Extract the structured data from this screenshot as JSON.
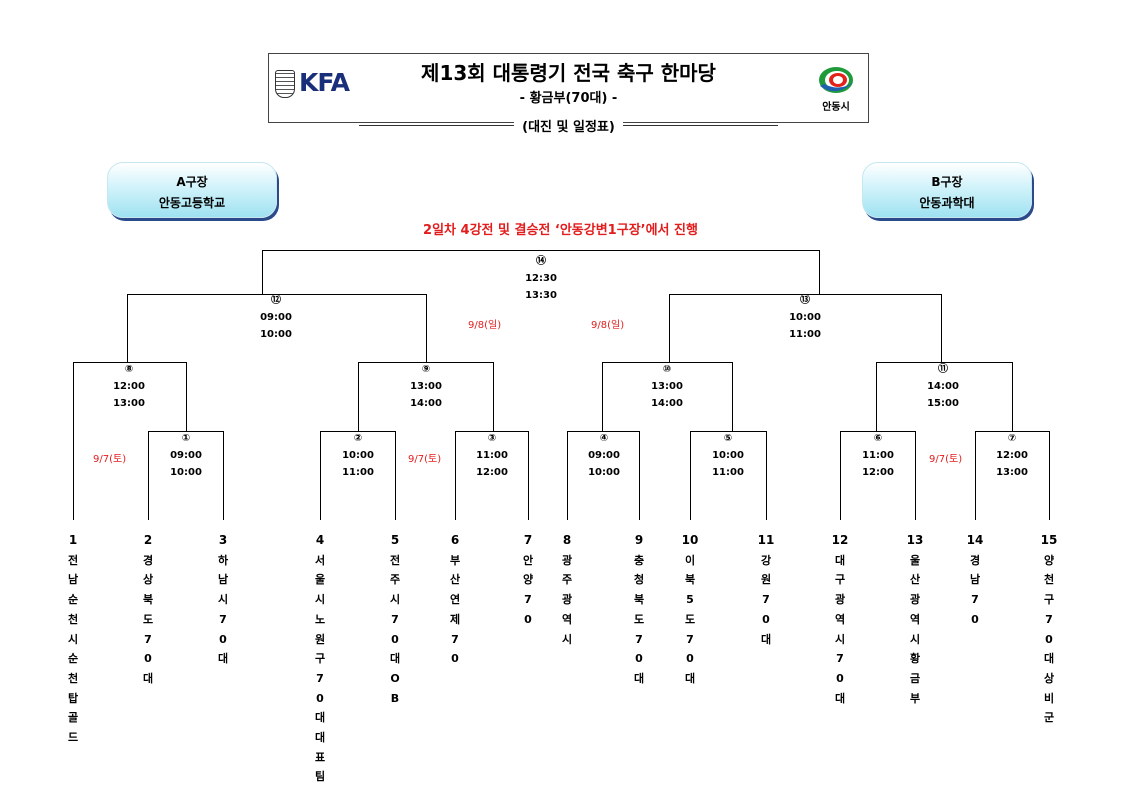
{
  "header": {
    "kfa_logo_text": "KFA",
    "title": "제13회 대통령기 전국 축구 한마당",
    "subtitle": "- 황금부(70대) -",
    "schedule_label": "(대진 및 일정표)",
    "city_logo_text": "안동시"
  },
  "venues": {
    "a": {
      "name": "A구장",
      "place": "안동고등학교"
    },
    "b": {
      "name": "B구장",
      "place": "안동과학대"
    }
  },
  "notice": "2일차 4강전 및 결승전 ‘안동강변1구장’에서 진행",
  "dates": {
    "day1_left": "9/7(토)",
    "day1_mid": "9/7(토)",
    "day1_right": "9/7(토)",
    "day2_left": "9/8(일)",
    "day2_right": "9/8(일)"
  },
  "matches": {
    "m1": {
      "no": "①",
      "t1": "09:00",
      "t2": "10:00"
    },
    "m2": {
      "no": "②",
      "t1": "10:00",
      "t2": "11:00"
    },
    "m3": {
      "no": "③",
      "t1": "11:00",
      "t2": "12:00"
    },
    "m4": {
      "no": "④",
      "t1": "09:00",
      "t2": "10:00"
    },
    "m5": {
      "no": "⑤",
      "t1": "10:00",
      "t2": "11:00"
    },
    "m6": {
      "no": "⑥",
      "t1": "11:00",
      "t2": "12:00"
    },
    "m7": {
      "no": "⑦",
      "t1": "12:00",
      "t2": "13:00"
    },
    "m8": {
      "no": "⑧",
      "t1": "12:00",
      "t2": "13:00"
    },
    "m9": {
      "no": "⑨",
      "t1": "13:00",
      "t2": "14:00"
    },
    "m10": {
      "no": "⑩",
      "t1": "13:00",
      "t2": "14:00"
    },
    "m11": {
      "no": "⑪",
      "t1": "14:00",
      "t2": "15:00"
    },
    "m12": {
      "no": "⑫",
      "t1": "09:00",
      "t2": "10:00"
    },
    "m13": {
      "no": "⑬",
      "t1": "10:00",
      "t2": "11:00"
    },
    "m14": {
      "no": "⑭",
      "t1": "12:30",
      "t2": "13:30"
    }
  },
  "teams": [
    {
      "num": "1",
      "name": "전남순천시순천탑골드"
    },
    {
      "num": "2",
      "name": "경상북도70대"
    },
    {
      "num": "3",
      "name": "하남시70대"
    },
    {
      "num": "4",
      "name": "서울시노원구70대대표팀"
    },
    {
      "num": "5",
      "name": "전주시70대OB"
    },
    {
      "num": "6",
      "name": "부산연제70"
    },
    {
      "num": "7",
      "name": "안양70"
    },
    {
      "num": "8",
      "name": "광주광역시"
    },
    {
      "num": "9",
      "name": "충청북도70대"
    },
    {
      "num": "10",
      "name": "이북5도70대"
    },
    {
      "num": "11",
      "name": "강원70대"
    },
    {
      "num": "12",
      "name": "대구광역시70대"
    },
    {
      "num": "13",
      "name": "울산광역시황금부"
    },
    {
      "num": "14",
      "name": "경남70"
    },
    {
      "num": "15",
      "name": "양천구70대상비군"
    }
  ]
}
